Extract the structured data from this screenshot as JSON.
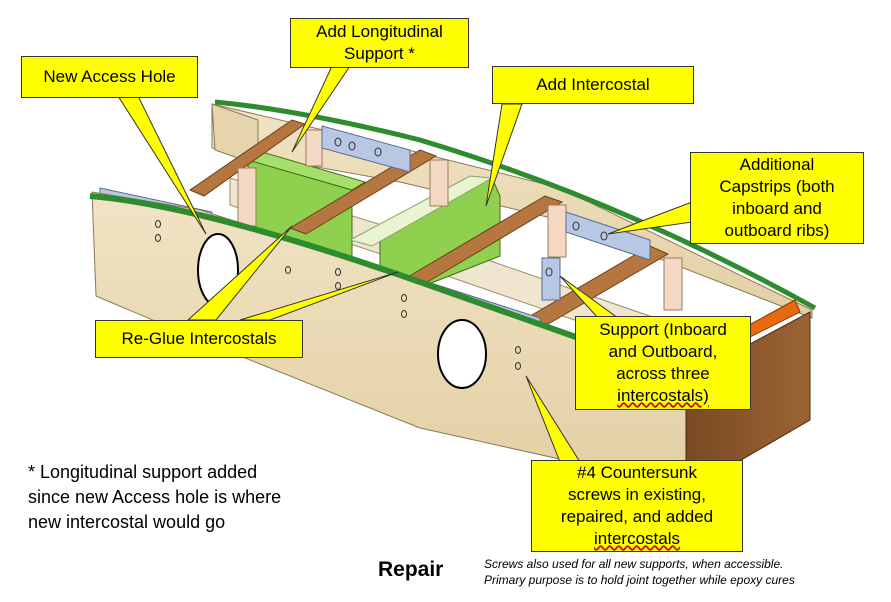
{
  "title": "Repair",
  "callouts": {
    "access_hole": "New Access Hole",
    "longitudinal": [
      "Add Longitudinal",
      "Support *"
    ],
    "intercostal": "Add Intercostal",
    "capstrips": [
      "Additional",
      "Capstrips (both",
      "inboard and",
      "outboard ribs)"
    ],
    "reglue": "Re-Glue Intercostals",
    "support": [
      "Support (Inboard",
      "and Outboard,",
      "across three",
      "intercostals)"
    ],
    "countersunk": [
      "#4 Countersunk",
      "screws in existing,",
      "repaired, and added",
      "intercostals"
    ]
  },
  "note": [
    "* Longitudinal  support added",
    "since new Access hole is where",
    "new  intercostal would go"
  ],
  "footnote": [
    "Screws also used for all new supports, when accessible.",
    "Primary purpose is to hold joint together while epoxy cures"
  ],
  "colors": {
    "callout_fill": "#ffff00",
    "plywood": "#e8d6b0",
    "rib_wood": "#b5773f",
    "new_part_green": "#8fd14f",
    "capstrip_blue": "#b8c8e4",
    "cap_green": "#2e8b2e",
    "orange_strip": "#e86a10"
  }
}
